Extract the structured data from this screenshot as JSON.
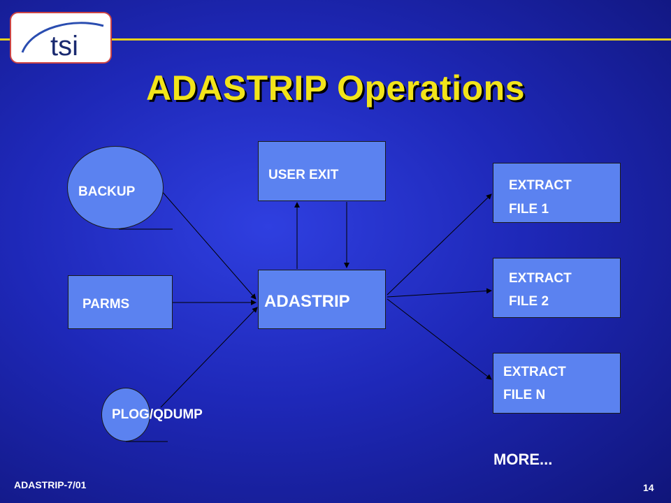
{
  "logo": {
    "text": "tsi",
    "icon": "tsi-logo"
  },
  "title": "ADASTRIP Operations",
  "nodes": {
    "backup": "BACKUP",
    "parms": "PARMS",
    "plog": "PLOG/QDUMP",
    "user_exit": "USER EXIT",
    "adastrip": "ADASTRIP",
    "extract1": [
      "EXTRACT",
      "FILE 1"
    ],
    "extract2": [
      "EXTRACT",
      "FILE 2"
    ],
    "extractn": [
      "EXTRACT",
      "FILE N"
    ]
  },
  "more": "MORE...",
  "footer": {
    "doc_id": "ADASTRIP-7/01",
    "page": "14"
  },
  "colors": {
    "title": "#f2e41a",
    "box_fill": "#5b82f0",
    "rule": "#e8d21a"
  }
}
